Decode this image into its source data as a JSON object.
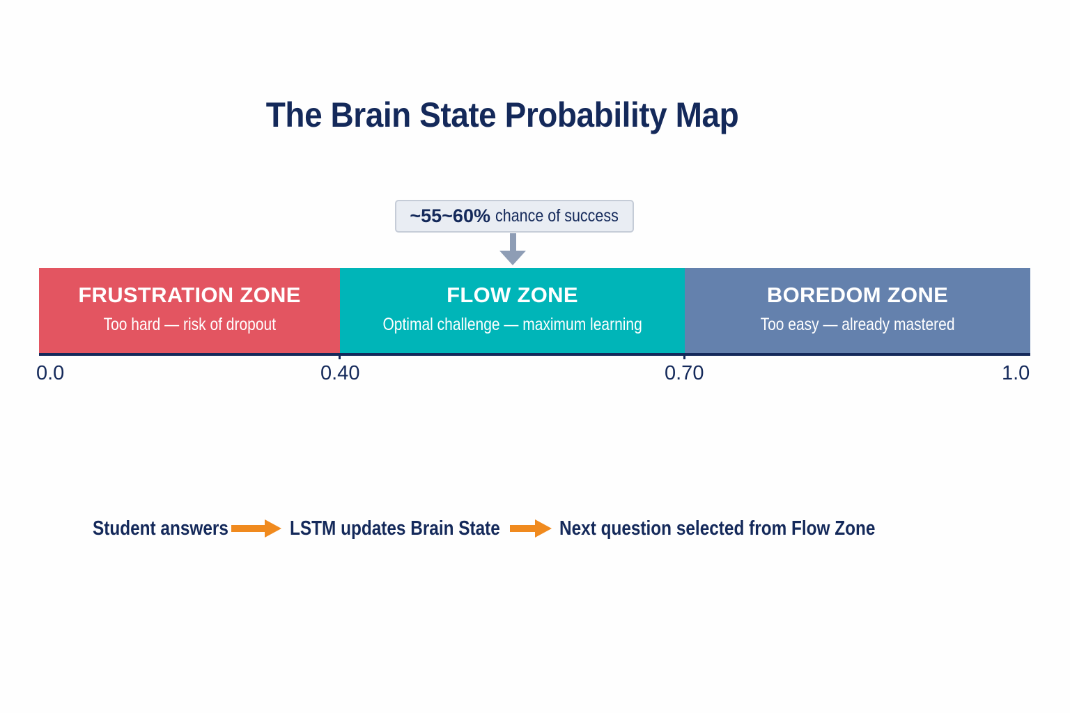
{
  "title": "The Brain State Probability Map",
  "callout": {
    "percent": "~55~60%",
    "text": "chance of success",
    "pointer_icon": "down-arrow-icon"
  },
  "zones": [
    {
      "name": "FRUSTRATION ZONE",
      "description": "Too hard — risk of dropout",
      "range": [
        0.0,
        0.4
      ],
      "color": "#e35561"
    },
    {
      "name": "FLOW ZONE",
      "description": "Optimal challenge — maximum learning",
      "range": [
        0.4,
        0.7
      ],
      "color": "#00b5b8"
    },
    {
      "name": "BOREDOM ZONE",
      "description": "Too easy — already mastered",
      "range": [
        0.7,
        1.0
      ],
      "color": "#6481ad"
    }
  ],
  "axis": {
    "ticks": [
      "0.0",
      "0.40",
      "0.70",
      "1.0"
    ],
    "color": "#14295a"
  },
  "process_flow": {
    "steps": [
      "Student answers",
      "LSTM updates Brain State",
      "Next question selected from Flow Zone"
    ],
    "arrow_icon": "right-arrow-icon",
    "arrow_color": "#f08a1e"
  }
}
